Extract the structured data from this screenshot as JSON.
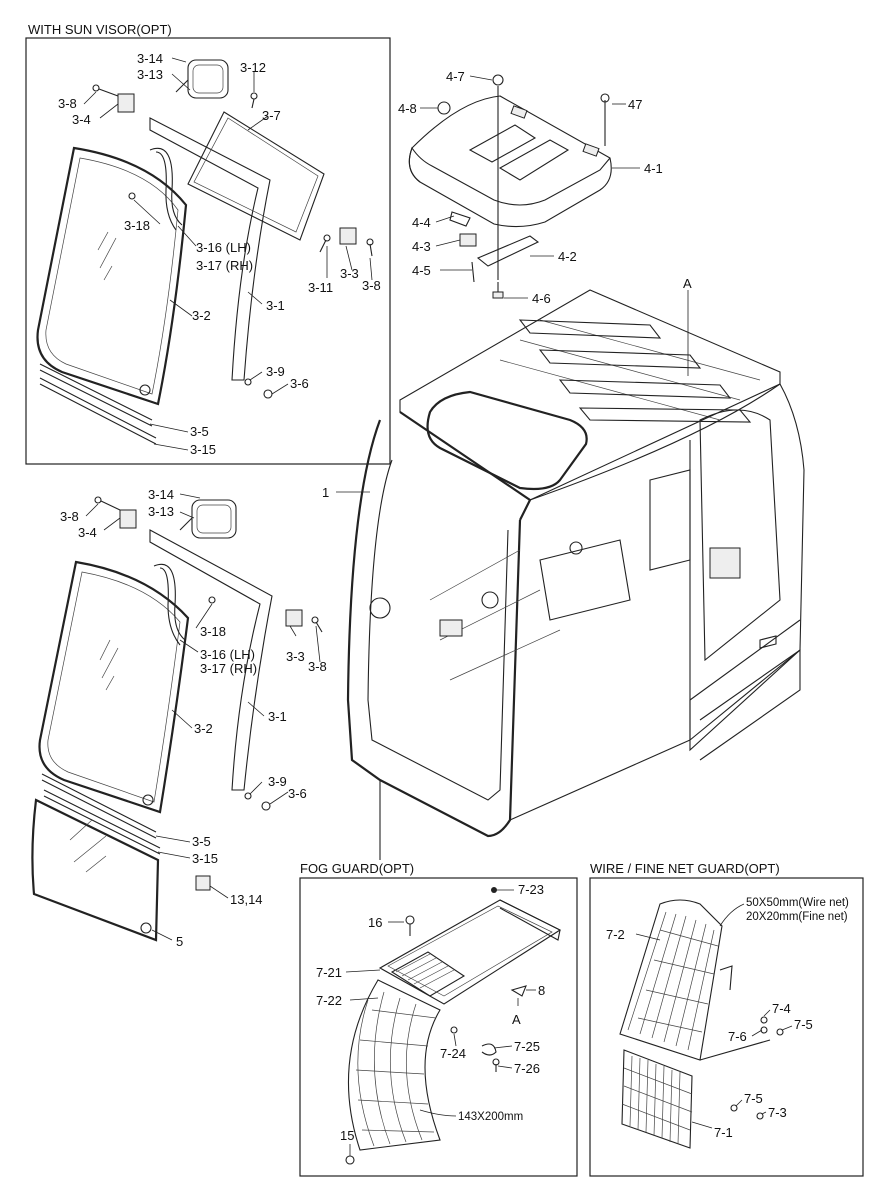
{
  "sections": {
    "sun_visor": "WITH SUN VISOR(OPT)",
    "fog_guard": "FOG GUARD(OPT)",
    "net_guard": "WIRE / FINE NET GUARD(OPT)"
  },
  "labels": {
    "a_314": "3-14",
    "a_313": "3-13",
    "a_312": "3-12",
    "a_38": "3-8",
    "a_34": "3-4",
    "a_37": "3-7",
    "a_318": "3-18",
    "a_316": "3-16 (LH)",
    "a_317": "3-17 (RH)",
    "a_311": "3-11",
    "a_33": "3-3",
    "a_38b": "3-8",
    "a_32": "3-2",
    "a_31": "3-1",
    "a_39": "3-9",
    "a_36": "3-6",
    "a_35": "3-5",
    "a_315": "3-15",
    "r_47": "4-7",
    "r_48": "4-8",
    "r_47b": "47",
    "r_41": "4-1",
    "r_44": "4-4",
    "r_43": "4-3",
    "r_42": "4-2",
    "r_45": "4-5",
    "r_46": "4-6",
    "c_A": "A",
    "c_1": "1",
    "b_314": "3-14",
    "b_313": "3-13",
    "b_38": "3-8",
    "b_34": "3-4",
    "b_318": "3-18",
    "b_316": "3-16 (LH)",
    "b_317": "3-17 (RH)",
    "b_33": "3-3",
    "b_38b": "3-8",
    "b_32": "3-2",
    "b_31": "3-1",
    "b_39": "3-9",
    "b_36": "3-6",
    "b_35": "3-5",
    "b_315": "3-15",
    "b_1314": "13,14",
    "b_5": "5",
    "f_723": "7-23",
    "f_16": "16",
    "f_721": "7-21",
    "f_722": "7-22",
    "f_8": "8",
    "f_A": "A",
    "f_724": "7-24",
    "f_725": "7-25",
    "f_726": "7-26",
    "f_15": "15",
    "f_size": "143X200mm",
    "n_wire": "50X50mm(Wire net)",
    "n_fine": "20X20mm(Fine net)",
    "n_72": "7-2",
    "n_74": "7-4",
    "n_76": "7-6",
    "n_75": "7-5",
    "n_75b": "7-5",
    "n_73": "7-3",
    "n_71": "7-1"
  }
}
